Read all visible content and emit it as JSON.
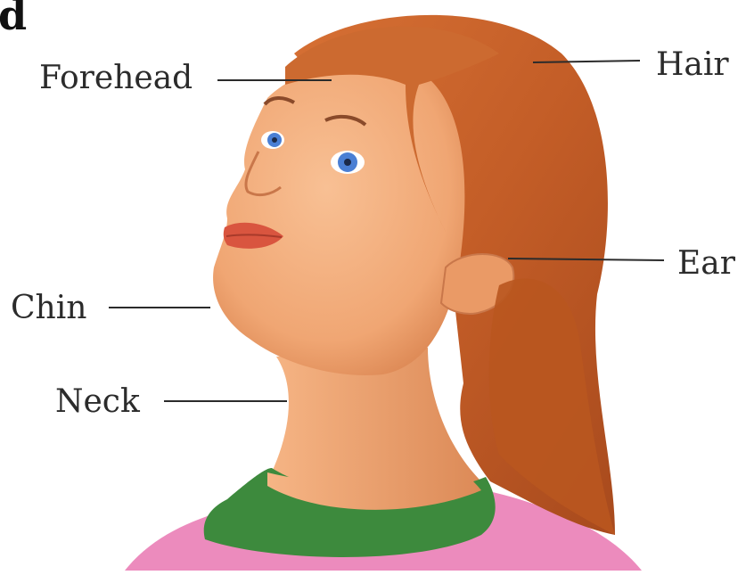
{
  "corner_letter": "d",
  "labels": {
    "forehead": "Forehead",
    "hair": "Hair",
    "ear": "Ear",
    "chin": "Chin",
    "neck": "Neck"
  },
  "colors": {
    "skin": "#f2a777",
    "skin_shadow": "#de8758",
    "hair": "#c8622a",
    "hair_dark": "#9c4519",
    "collar": "#3d8a3d",
    "shirt": "#ec8bbd",
    "eyes": "#4a7fd4",
    "lips": "#d9553f",
    "leader_line": "#2b2b2b"
  }
}
